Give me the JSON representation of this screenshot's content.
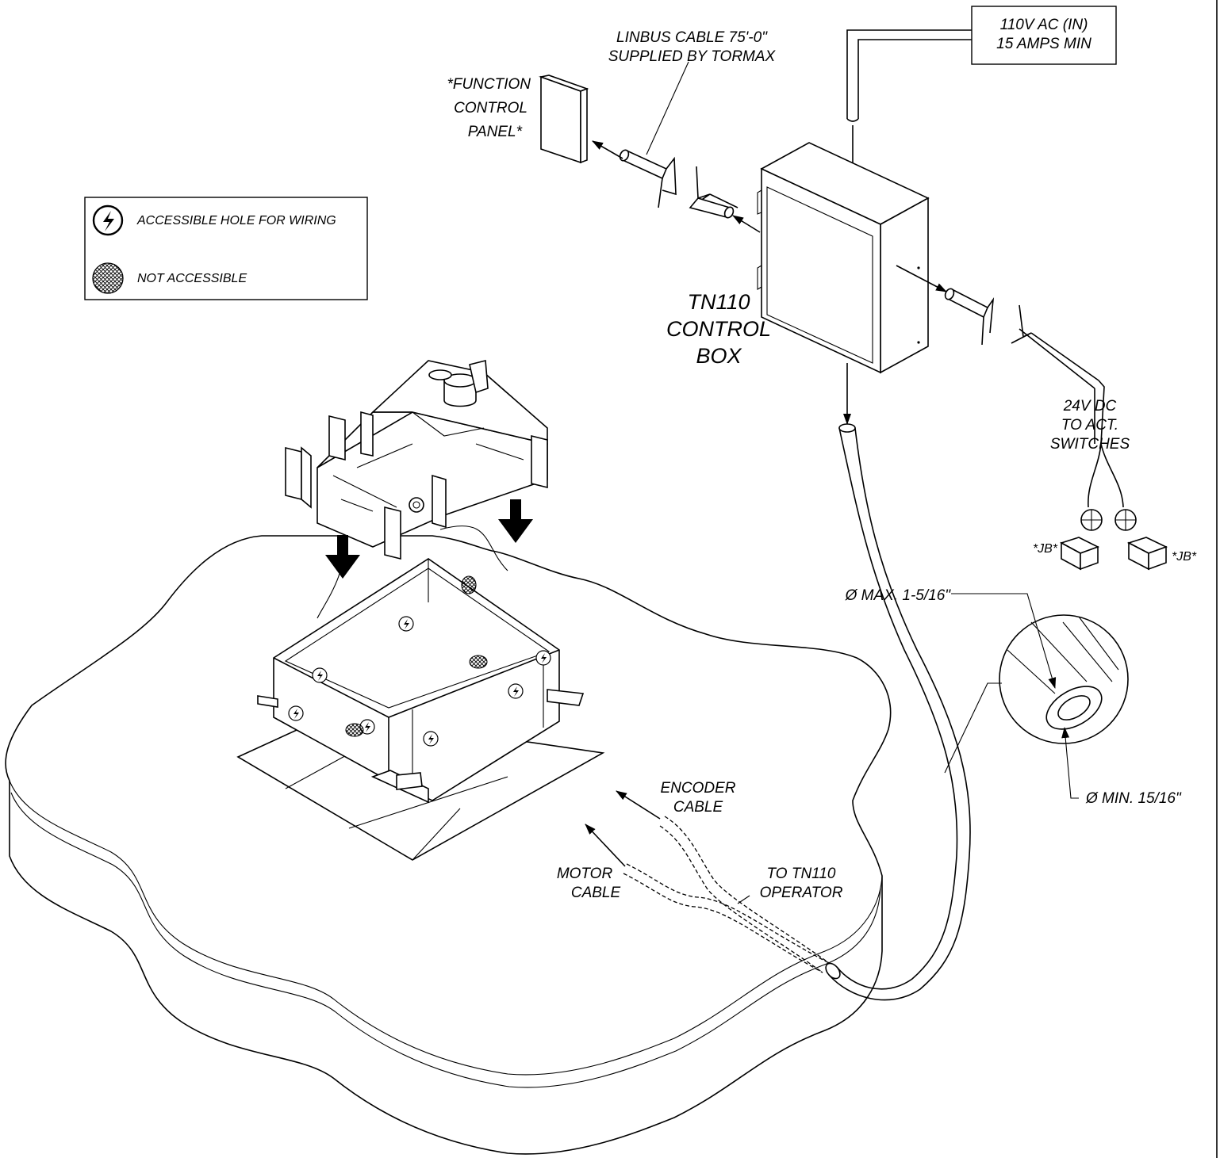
{
  "labels": {
    "power_in_line1": "110V AC (IN)",
    "power_in_line2": "15 AMPS MIN",
    "linbus_line1": "LINBUS CABLE 75'-0\"",
    "linbus_line2": "SUPPLIED BY TORMAX",
    "function_line1": "*FUNCTION",
    "function_line2": "CONTROL",
    "function_line3": "PANEL*",
    "control_box_line1": "TN110",
    "control_box_line2": "CONTROL",
    "control_box_line3": "BOX",
    "dc_line1": "24V DC",
    "dc_line2": "TO ACT.",
    "dc_line3": "SWITCHES",
    "jb_left": "*JB*",
    "jb_right": "*JB*",
    "conduit_max": "Ø MAX. 1-5/16\"",
    "conduit_min": "Ø MIN. 15/16\"",
    "encoder_line1": "ENCODER",
    "encoder_line2": "CABLE",
    "motor_line1": "MOTOR",
    "motor_line2": "CABLE",
    "operator_line1": "TO TN110",
    "operator_line2": "OPERATOR"
  },
  "legend": {
    "accessible": "ACCESSIBLE HOLE FOR WIRING",
    "not_accessible": "NOT ACCESSIBLE"
  }
}
